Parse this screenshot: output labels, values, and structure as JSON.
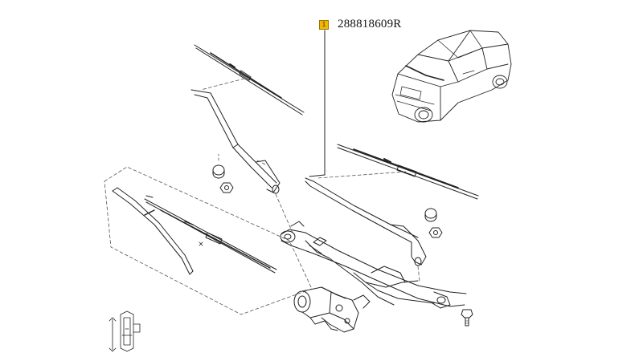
{
  "callout": {
    "badge": "1",
    "part_number": "288818609R"
  },
  "labels": {
    "blade_marker": "x"
  },
  "colors": {
    "badge": "#f2b705",
    "line": "#222222",
    "dash": "#555555"
  },
  "icons": [
    "car-icon",
    "wiper-blade-icon",
    "wiper-arm-icon",
    "wiper-motor-icon",
    "linkage-icon",
    "nut-icon",
    "cap-icon",
    "bolt-icon",
    "clip-icon"
  ]
}
